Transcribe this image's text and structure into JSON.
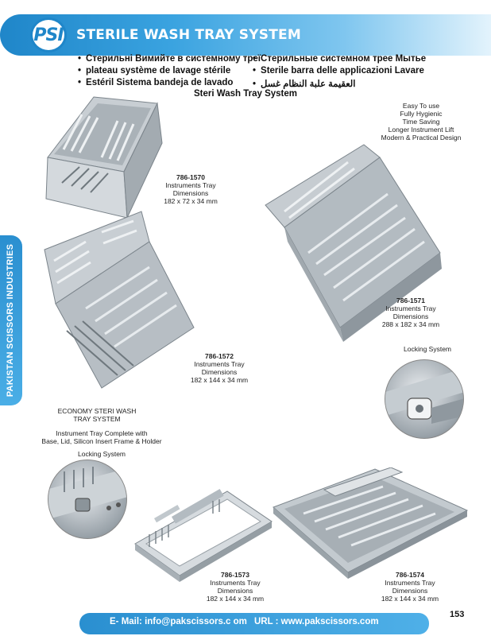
{
  "header": {
    "logo_text": "PSI",
    "title": "STERILE WASH TRAY SYSTEM"
  },
  "languages": [
    "Стерильні Вимийте в системному треї",
    "Стерильные системном трее Мытье",
    "plateau système de lavage stérile",
    "Sterile barra delle applicazioni Lavare",
    "Estéril Sistema bandeja de lavado",
    "العقيمة علبة النظام غسل"
  ],
  "subtitle": "Steri Wash Tray System",
  "side_tab": "PAKISTAN SCISSORS INDUSTRIES",
  "features": [
    "Easy To use",
    "Fully Hygienic",
    "Time Saving",
    "Longer Instrument Lift",
    "Modern & Practical Design"
  ],
  "products": [
    {
      "code": "786-1570",
      "name": "Instruments Tray",
      "dim_label": "Dimensions",
      "dims": "182 x 72 x 34 mm"
    },
    {
      "code": "786-1571",
      "name": "Instruments Tray",
      "dim_label": "Dimensions",
      "dims": "288 x 182 x 34 mm"
    },
    {
      "code": "786-1572",
      "name": "Instruments Tray",
      "dim_label": "Dimensions",
      "dims": "182 x 144 x 34 mm"
    },
    {
      "code": "786-1573",
      "name": "Instruments Tray",
      "dim_label": "Dimensions",
      "dims": "182 x 144 x 34 mm"
    },
    {
      "code": "786-1574",
      "name": "Instruments Tray",
      "dim_label": "Dimensions",
      "dims": "182 x 144 x 34 mm"
    }
  ],
  "economy": {
    "line1": "ECONOMY STERI WASH",
    "line2": "TRAY SYSTEM",
    "desc1": "Instrument Tray Complete with",
    "desc2": "Base, Lid, Silicon Insert Frame & Holder"
  },
  "locking_label": "Locking System",
  "footer": {
    "email": "E- Mail: info@pakscissors.c om",
    "url": "URL  :  www.pakscissors.com",
    "page": "153"
  },
  "colors": {
    "brand": "#1f86c9",
    "metal": "#b9c0c6"
  }
}
